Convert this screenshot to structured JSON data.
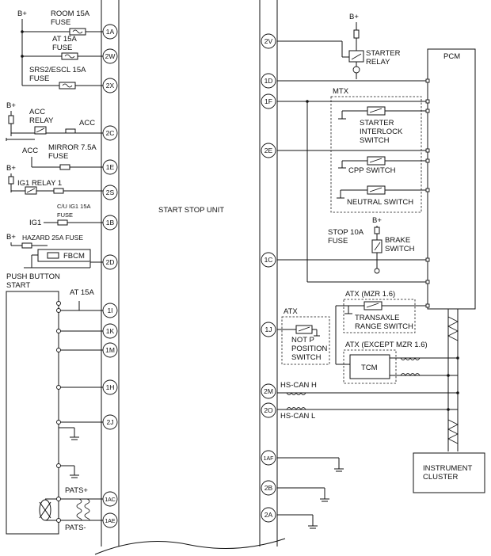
{
  "labels": {
    "b_plus": "B+",
    "room_fuse": "ROOM 15A\nFUSE",
    "at_fuse": "AT 15A\nFUSE",
    "srs_fuse": "SRS2/ESCL 15A\nFUSE",
    "acc_relay": "ACC\nRELAY",
    "acc": "ACC",
    "mirror_fuse": "MIRROR 7.5A\nFUSE",
    "ig1_relay": "IG1 RELAY 1",
    "cu_ig1_fuse": "C/U IG1 15A\nFUSE",
    "ig1": "IG1",
    "hazard_fuse": "HAZARD 25A FUSE",
    "fbcm": "FBCM",
    "push_button": "PUSH BUTTON\nSTART",
    "at15a": "AT 15A",
    "pats_plus": "PATS+",
    "pats_minus": "PATS-",
    "start_stop_unit": "START STOP UNIT",
    "starter_relay": "STARTER\nRELAY",
    "pcm": "PCM",
    "mtx": "MTX",
    "starter_interlock": "STARTER\nINTERLOCK\nSWITCH",
    "cpp_switch": "CPP SWITCH",
    "neutral_switch": "NEUTRAL SWITCH",
    "stop_fuse": "STOP 10A\nFUSE",
    "brake_switch": "BRAKE\nSWITCH",
    "atx_mzr": "ATX (MZR 1.6)",
    "transaxle_switch": "TRANSAXLE\nRANGE SWITCH",
    "atx": "ATX",
    "not_p": "NOT P\nPOSITION\nSWITCH",
    "atx_except": "ATX (EXCEPT MZR 1.6)",
    "tcm": "TCM",
    "hs_can_h": "HS-CAN H",
    "hs_can_l": "HS-CAN L",
    "instrument_cluster": "INSTRUMENT\nCLUSTER"
  },
  "pins_left": [
    "1A",
    "2W",
    "2X",
    "2C",
    "1E",
    "2S",
    "1B",
    "2D",
    "1I",
    "1K",
    "1M",
    "1H",
    "2J",
    "1AC",
    "1AE"
  ],
  "pins_right": [
    "2V",
    "1D",
    "1F",
    "2E",
    "1C",
    "1J",
    "2M",
    "2O",
    "1AF",
    "2B",
    "2A"
  ]
}
